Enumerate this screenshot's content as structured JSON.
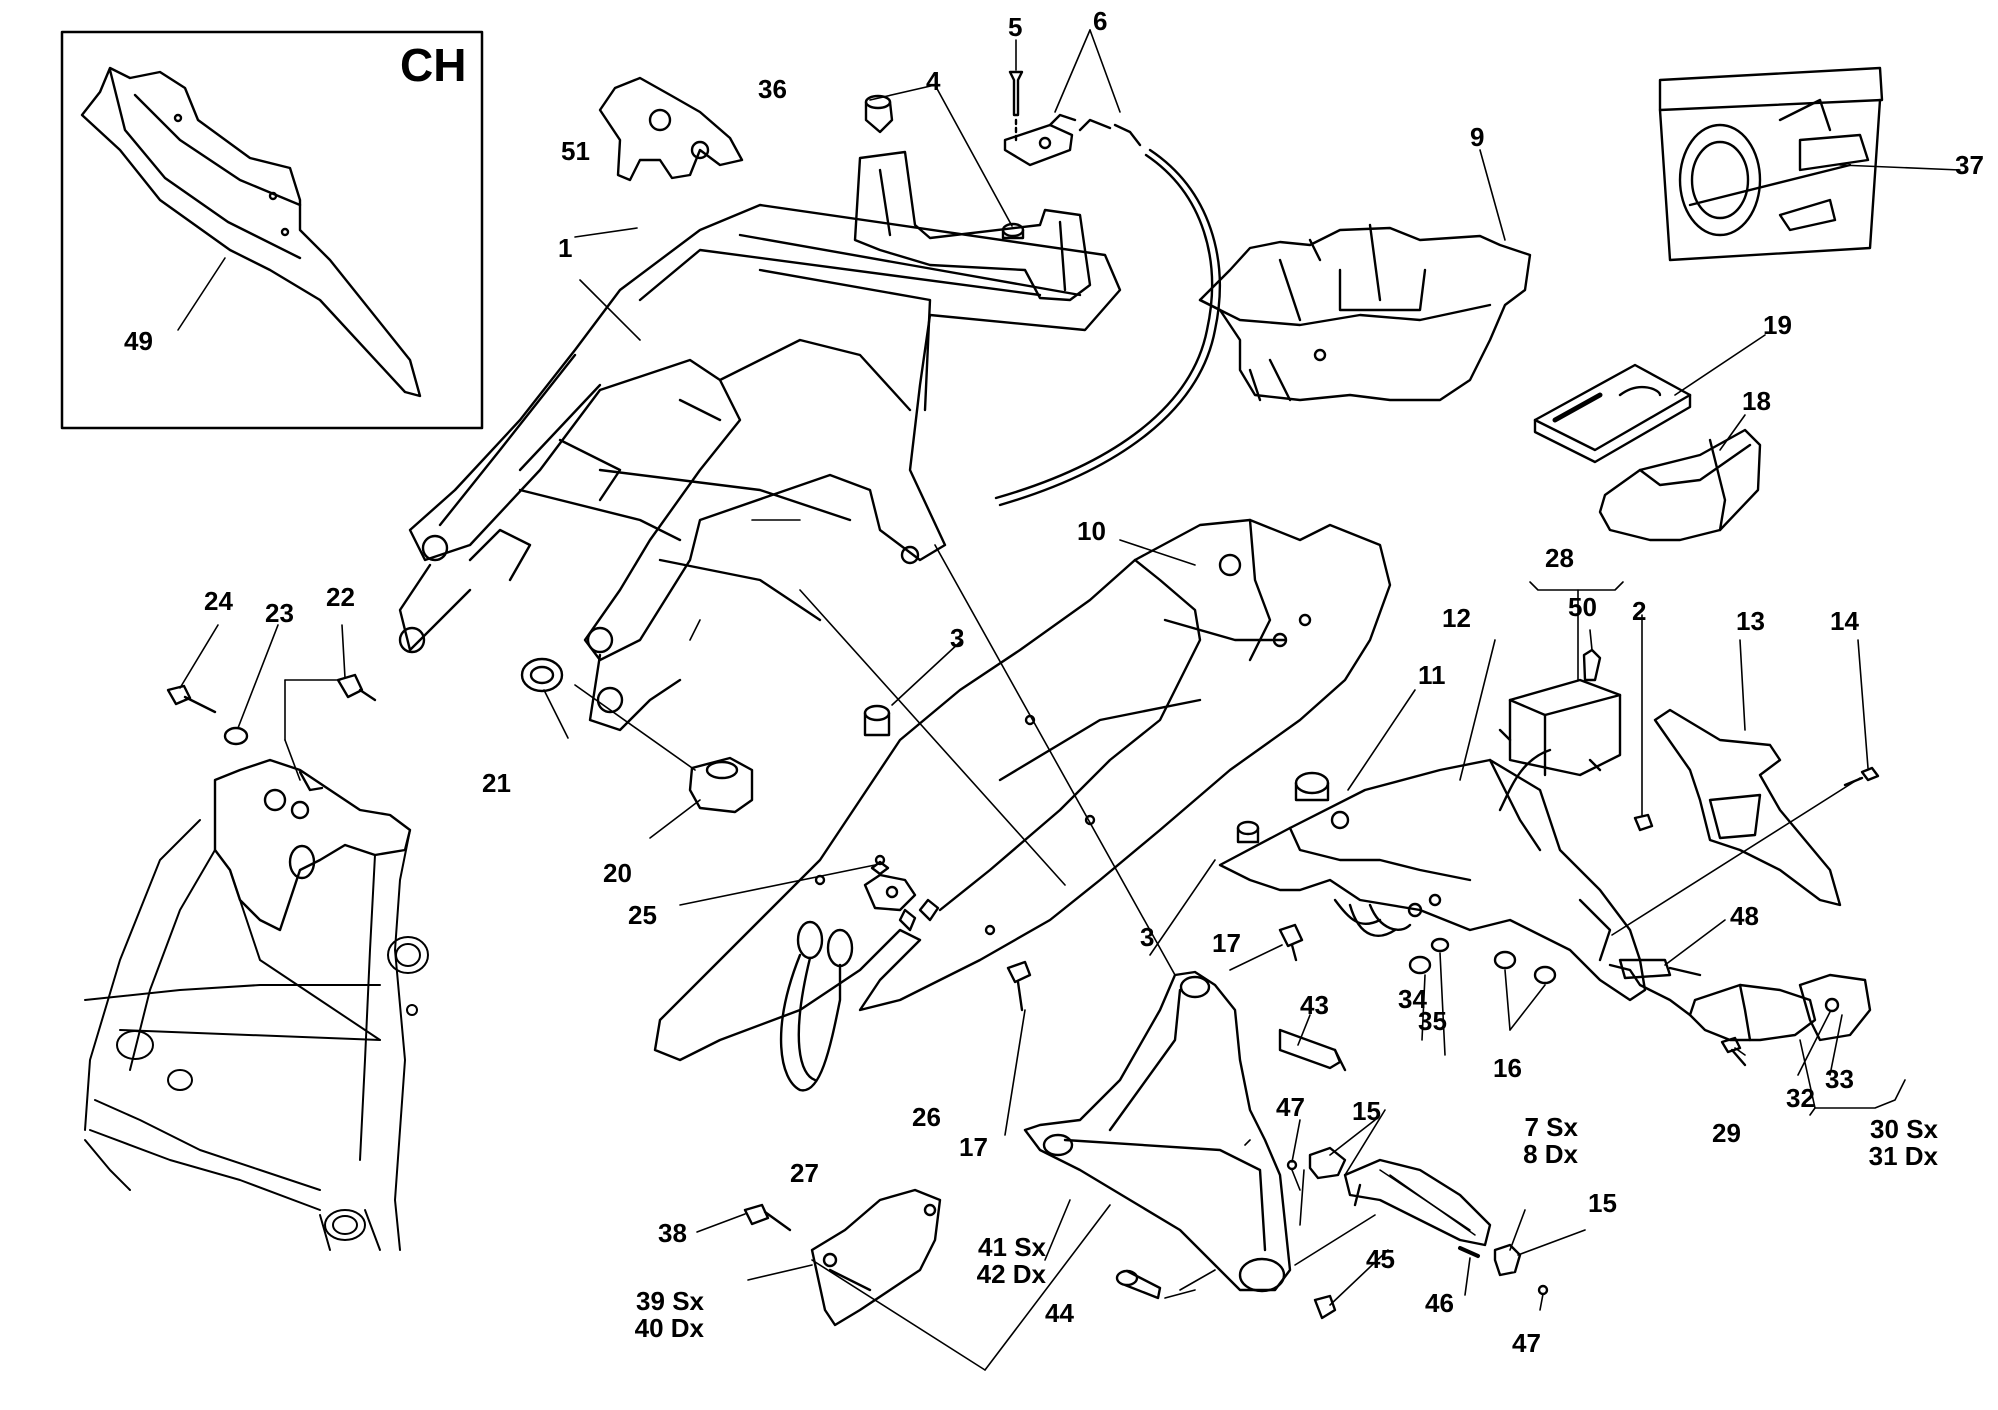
{
  "inset": {
    "label": "CH"
  },
  "labels": {
    "l1": "1",
    "l2": "2",
    "l3a": "3",
    "l3b": "3",
    "l4": "4",
    "l5": "5",
    "l6": "6",
    "l9": "9",
    "l10": "10",
    "l11": "11",
    "l12": "12",
    "l13": "13",
    "l14": "14",
    "l15a": "15",
    "l15b": "15",
    "l16": "16",
    "l17a": "17",
    "l17b": "17",
    "l18": "18",
    "l19": "19",
    "l20": "20",
    "l21": "21",
    "l22": "22",
    "l23": "23",
    "l24": "24",
    "l25": "25",
    "l26": "26",
    "l27": "27",
    "l28": "28",
    "l29": "29",
    "l32": "32",
    "l33": "33",
    "l34": "34",
    "l35": "35",
    "l36": "36",
    "l37": "37",
    "l38": "38",
    "l43": "43",
    "l44": "44",
    "l45": "45",
    "l46": "46",
    "l47a": "47",
    "l47b": "47",
    "l48": "48",
    "l49": "49",
    "l50": "50",
    "l51": "51",
    "l7sx": "7 Sx",
    "l8dx": "8 Dx",
    "l30sx": "30 Sx",
    "l31dx": "31 Dx",
    "l39sx": "39 Sx",
    "l40dx": "40 Dx",
    "l41sx": "41 Sx",
    "l42dx": "42 Dx"
  }
}
